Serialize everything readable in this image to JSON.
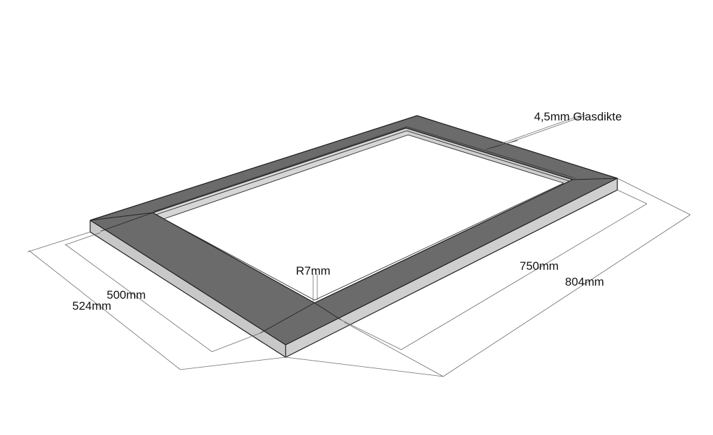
{
  "diagram": {
    "subject": "isometric frame with glass rebate",
    "labels": {
      "glass_thickness": "4,5mm Glasdikte",
      "inner_width": "500mm",
      "outer_width": "524mm",
      "inner_length": "750mm",
      "outer_length": "804mm",
      "corner_radius": "R7mm"
    },
    "colors": {
      "top_face": "#6b6b6b",
      "side_face": "#c8c8c8",
      "rebate_face": "#d6d6d6",
      "edge": "#1a1a1a",
      "dimension_line": "#6a6a6a",
      "background": "#ffffff"
    }
  }
}
